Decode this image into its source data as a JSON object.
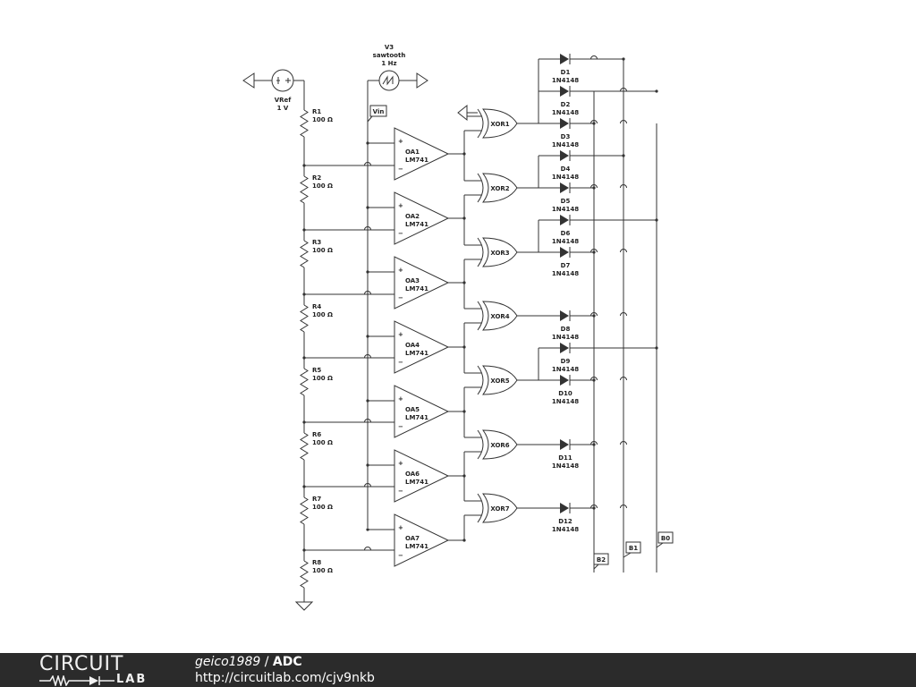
{
  "vref": {
    "name": "VRef",
    "value": "1 V"
  },
  "v3": {
    "name": "V3",
    "type": "sawtooth",
    "freq": "1 Hz"
  },
  "vin_label": "Vin",
  "resistors": [
    {
      "name": "R1",
      "value": "100 Ω"
    },
    {
      "name": "R2",
      "value": "100 Ω"
    },
    {
      "name": "R3",
      "value": "100 Ω"
    },
    {
      "name": "R4",
      "value": "100 Ω"
    },
    {
      "name": "R5",
      "value": "100 Ω"
    },
    {
      "name": "R6",
      "value": "100 Ω"
    },
    {
      "name": "R7",
      "value": "100 Ω"
    },
    {
      "name": "R8",
      "value": "100 Ω"
    }
  ],
  "opamps": [
    {
      "name": "OA1",
      "part": "LM741"
    },
    {
      "name": "OA2",
      "part": "LM741"
    },
    {
      "name": "OA3",
      "part": "LM741"
    },
    {
      "name": "OA4",
      "part": "LM741"
    },
    {
      "name": "OA5",
      "part": "LM741"
    },
    {
      "name": "OA6",
      "part": "LM741"
    },
    {
      "name": "OA7",
      "part": "LM741"
    }
  ],
  "xors": [
    "XOR1",
    "XOR2",
    "XOR3",
    "XOR4",
    "XOR5",
    "XOR6",
    "XOR7"
  ],
  "diodes": [
    {
      "name": "D1",
      "part": "1N4148"
    },
    {
      "name": "D2",
      "part": "1N4148"
    },
    {
      "name": "D3",
      "part": "1N4148"
    },
    {
      "name": "D4",
      "part": "1N4148"
    },
    {
      "name": "D5",
      "part": "1N4148"
    },
    {
      "name": "D6",
      "part": "1N4148"
    },
    {
      "name": "D7",
      "part": "1N4148"
    },
    {
      "name": "D8",
      "part": "1N4148"
    },
    {
      "name": "D9",
      "part": "1N4148"
    },
    {
      "name": "D10",
      "part": "1N4148"
    },
    {
      "name": "D11",
      "part": "1N4148"
    },
    {
      "name": "D12",
      "part": "1N4148"
    }
  ],
  "outputs": [
    "B2",
    "B1",
    "B0"
  ],
  "footer": {
    "logo_top": "CIRCUIT",
    "logo_bottom": "LAB",
    "author": "geico1989",
    "separator": " / ",
    "title": "ADC",
    "url": "http://circuitlab.com/cjv9nkb"
  }
}
